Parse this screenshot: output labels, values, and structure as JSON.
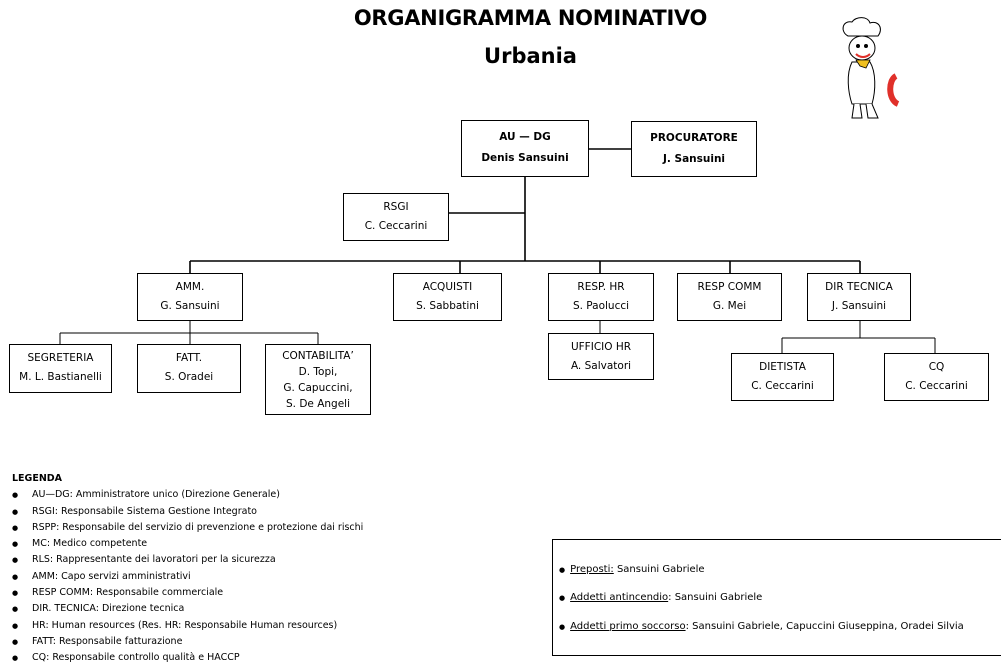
{
  "title": "ORGANIGRAMMA NOMINATIVO",
  "subtitle": "Urbania",
  "nodes": {
    "au": {
      "role": "AU — DG",
      "name": "Denis Sansuini"
    },
    "procuratore": {
      "role": "PROCURATORE",
      "name": "J. Sansuini"
    },
    "rsgi": {
      "role": "RSGI",
      "name": "C. Ceccarini"
    },
    "amm": {
      "role": "AMM.",
      "name": "G. Sansuini"
    },
    "acquisti": {
      "role": "ACQUISTI",
      "name": "S. Sabbatini"
    },
    "resp_hr": {
      "role": "RESP. HR",
      "name": "S. Paolucci"
    },
    "resp_comm": {
      "role": "RESP COMM",
      "name": "G. Mei"
    },
    "dir_tecnica": {
      "role": "DIR TECNICA",
      "name": "J. Sansuini"
    },
    "segreteria": {
      "role": "SEGRETERIA",
      "name": "M. L. Bastianelli"
    },
    "fatt": {
      "role": "FATT.",
      "name": "S. Oradei"
    },
    "contabilita": {
      "role": "CONTABILITA’",
      "name1": "D. Topi,",
      "name2": "G. Capuccini,",
      "name3": "S. De Angeli"
    },
    "ufficio_hr": {
      "role": "UFFICIO HR",
      "name": "A. Salvatori"
    },
    "dietista": {
      "role": "DIETISTA",
      "name": "C. Ceccarini"
    },
    "cq": {
      "role": "CQ",
      "name": "C. Ceccarini"
    }
  },
  "legend": {
    "heading": "LEGENDA",
    "items": [
      "AU—DG: Amministratore unico (Direzione Generale)",
      "RSGI: Responsabile Sistema Gestione Integrato",
      "RSPP: Responsabile del servizio di prevenzione e protezione dai rischi",
      "MC: Medico competente",
      "RLS: Rappresentante dei lavoratori per la sicurezza",
      "AMM: Capo servizi amministrativi",
      "RESP COMM: Responsabile commerciale",
      "DIR. TECNICA: Direzione tecnica",
      "HR: Human resources (Res. HR: Responsabile Human resources)",
      "FATT: Responsabile fatturazione",
      "CQ: Responsabile controllo qualità e HACCP"
    ]
  },
  "staff": {
    "preposti": {
      "label": "Preposti:",
      "value": " Sansuini Gabriele"
    },
    "antincendio": {
      "label": "Addetti antincendio",
      "value": ": Sansuini Gabriele"
    },
    "primo_soccorso": {
      "label": "Addetti primo soccorso",
      "value": ": Sansuini Gabriele, Capuccini Giuseppina, Oradei Silvia"
    }
  },
  "logo_icon": "chef-mascot-icon",
  "colors": {
    "line": "#000000",
    "logo_accent": "#e0302a"
  }
}
